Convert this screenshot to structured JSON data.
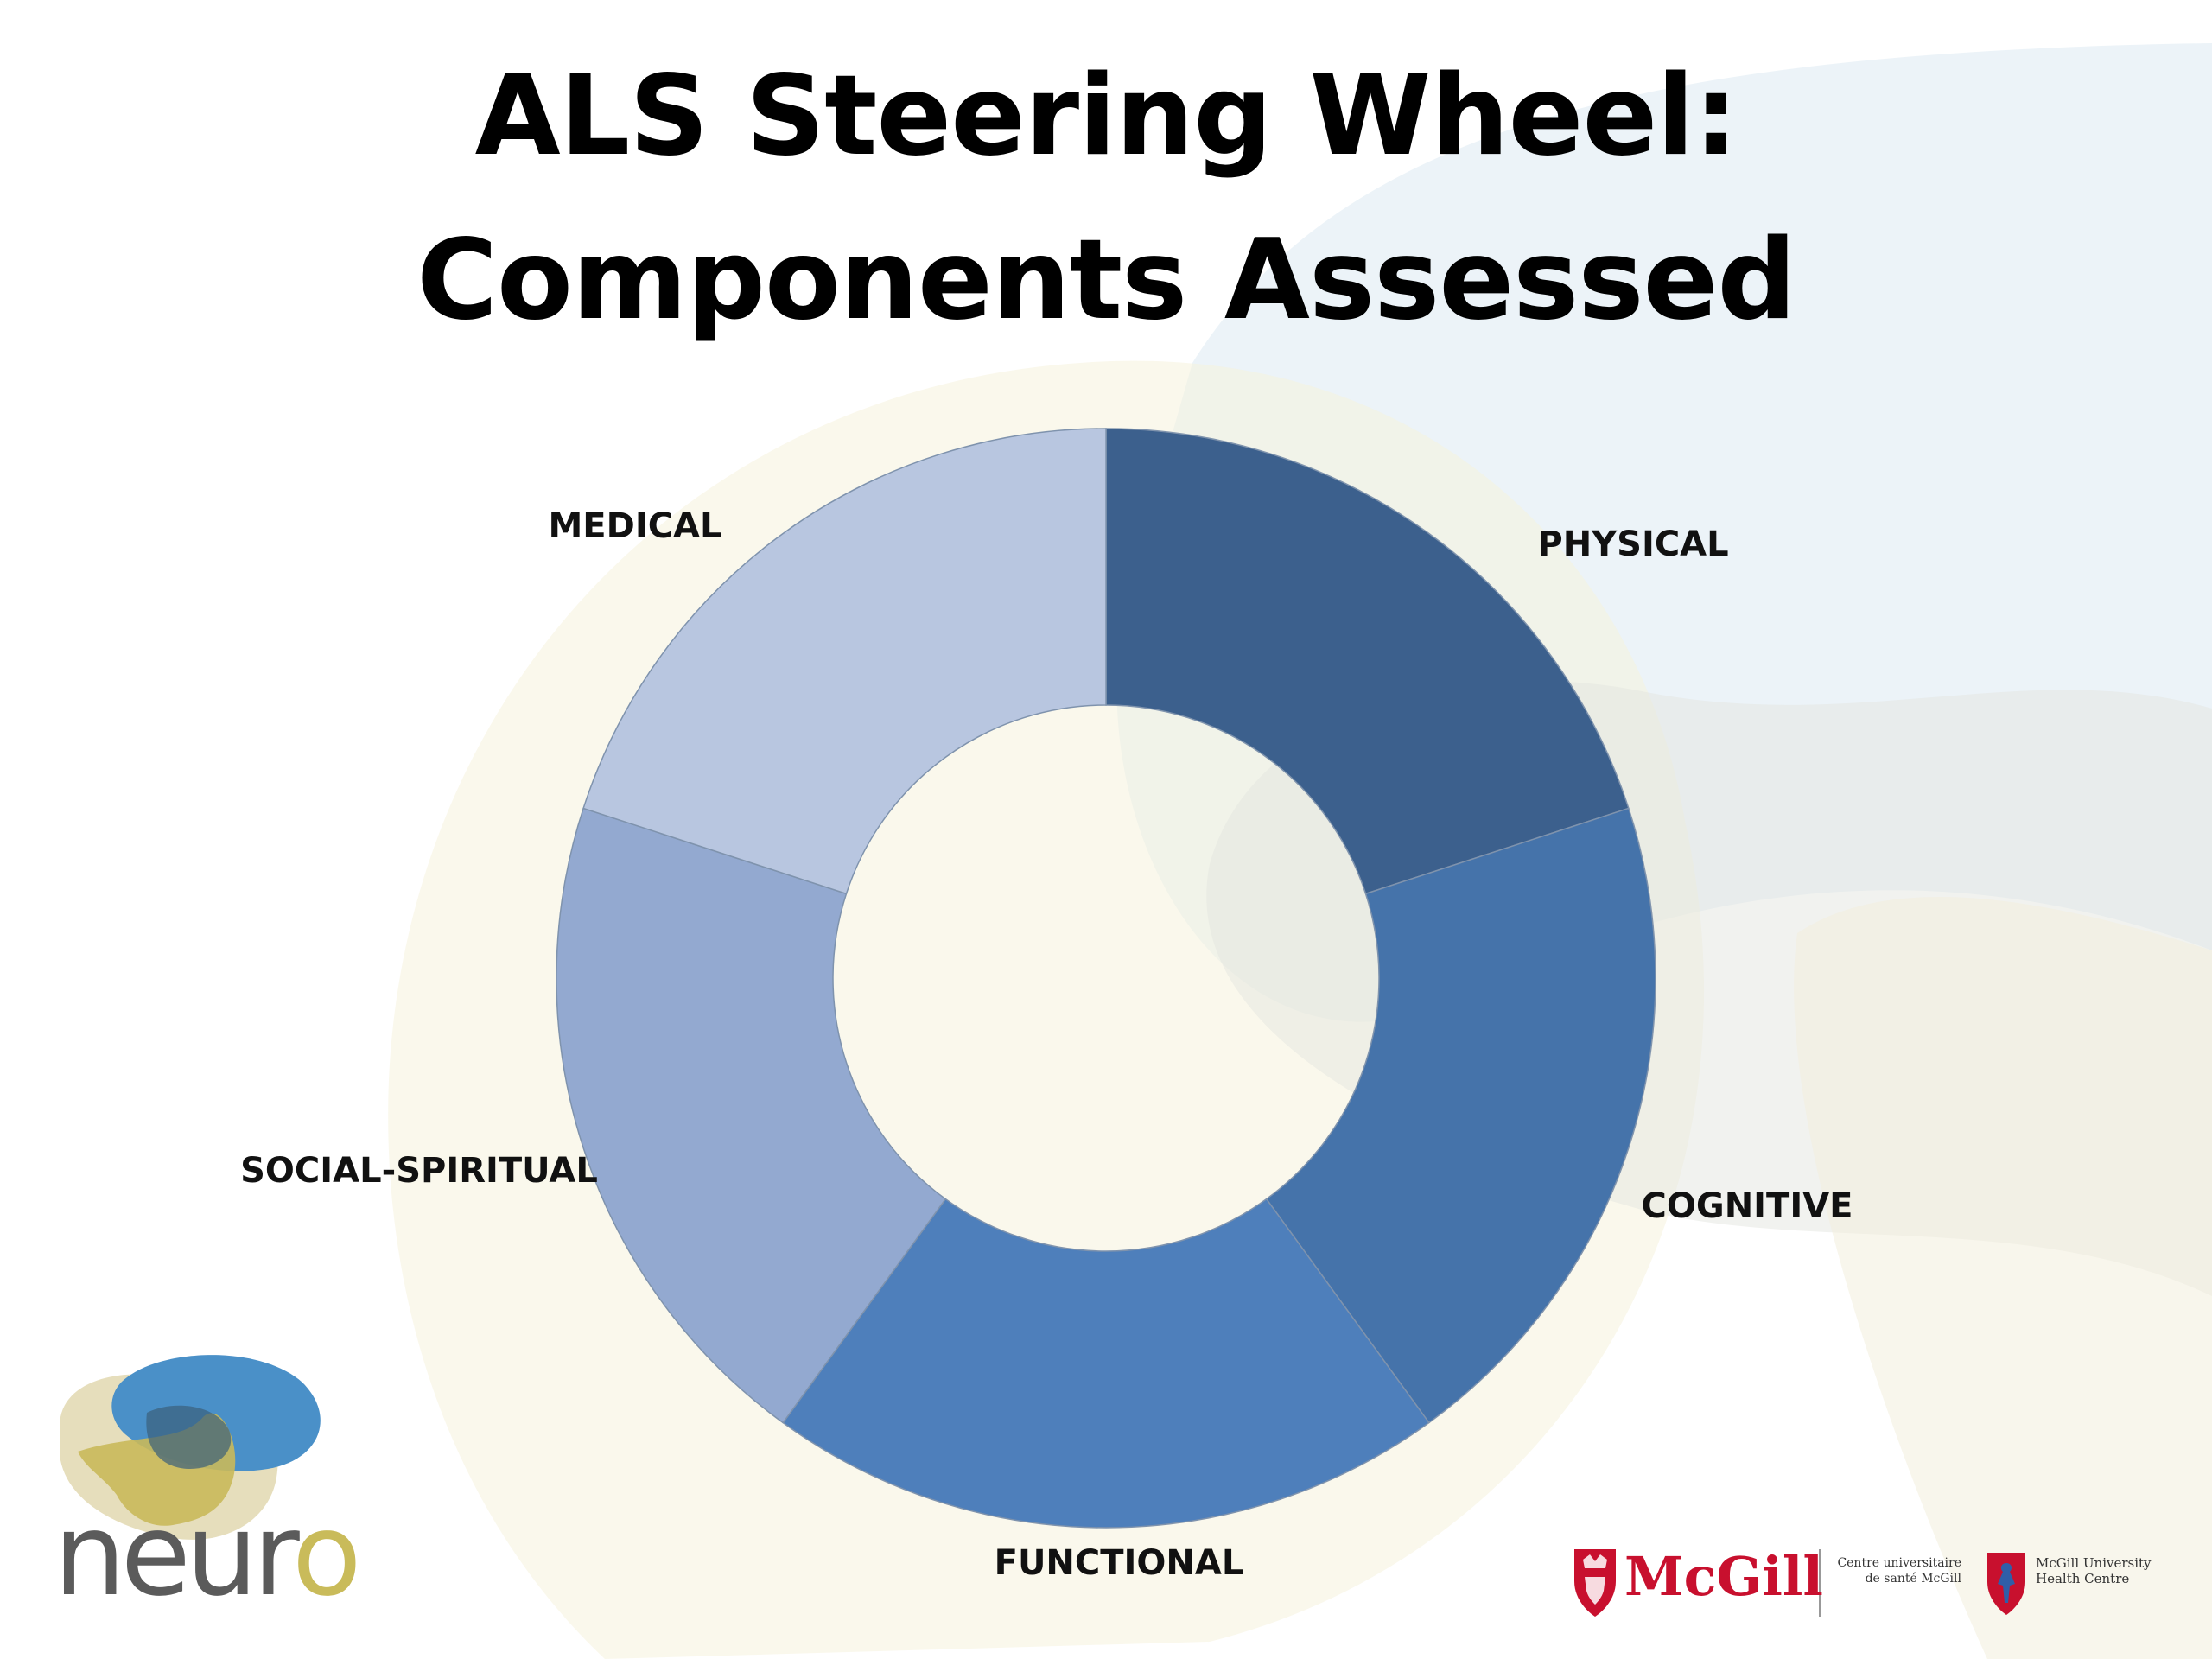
{
  "slide": {
    "title_line1": "ALS Steering Wheel:",
    "title_line2": "Components Assessed"
  },
  "chart_data": {
    "type": "pie",
    "variant": "donut",
    "title": "ALS Steering Wheel: Components Assessed",
    "categories": [
      "PHYSICAL",
      "COGNITIVE",
      "FUNCTIONAL",
      "SOCIAL-SPIRITUAL",
      "MEDICAL"
    ],
    "values": [
      20,
      20,
      20,
      20,
      20
    ],
    "colors": [
      "#3c608d",
      "#4573aa",
      "#4e7fbb",
      "#93a9d0",
      "#b8c6e0"
    ],
    "start_angle_deg": 0,
    "direction": "clockwise",
    "legend": "none",
    "data_labels": "category names outside slices"
  },
  "logos": {
    "neuro": {
      "word_main": "neur",
      "word_o": "o",
      "colors": [
        "#4a90c8",
        "#c9bb5a",
        "#5b5b5b"
      ]
    },
    "mcgill": {
      "name": "McGill",
      "cusm_line1": "Centre universitaire",
      "cusm_line2": "de santé McGill",
      "muhc_line1": "McGill University",
      "muhc_line2": "Health Centre",
      "color": "#c8102e"
    }
  }
}
